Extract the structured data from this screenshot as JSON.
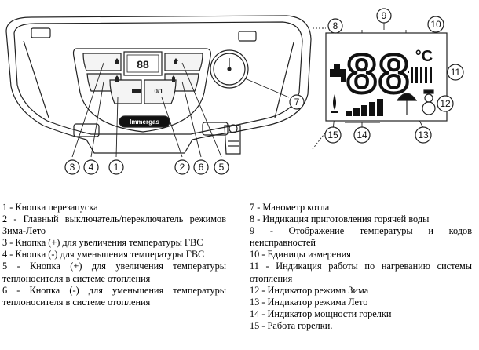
{
  "diagram": {
    "callouts": [
      "1",
      "2",
      "3",
      "4",
      "5",
      "6",
      "7",
      "8",
      "9",
      "10",
      "11",
      "12",
      "13",
      "14",
      "15"
    ],
    "panel": {
      "brand_label": "Immergas",
      "main_switch_label": "0/1"
    },
    "lcd": {
      "digits": "88",
      "unit": "°C"
    }
  },
  "legend": {
    "left": [
      "1 - Кнопка перезапуска",
      "2 - Главный выключатель/переключатель режимов Зима-Лето",
      "3 - Кнопка (+) для увеличения температуры ГВС",
      "4 - Кнопка (-) для уменьшения температуры ГВС",
      "5 - Кнопка (+) для увеличения температуры теплоносителя в системе отопления",
      "6 - Кнопка (-) для уменьшения температуры теплоносителя в системе отопления"
    ],
    "right": [
      "7 - Манометр котла",
      "8 - Индикация приготовления горячей воды",
      "9 - Отображение температуры и кодов неисправностей",
      "10 - Единицы измерения",
      "11 - Индикация работы по нагреванию системы отопления",
      "12 - Индикатор режима Зима",
      "13 - Индикатор режима Лето",
      "14 - Индикатор мощности горелки",
      "15 - Работа горелки."
    ]
  }
}
